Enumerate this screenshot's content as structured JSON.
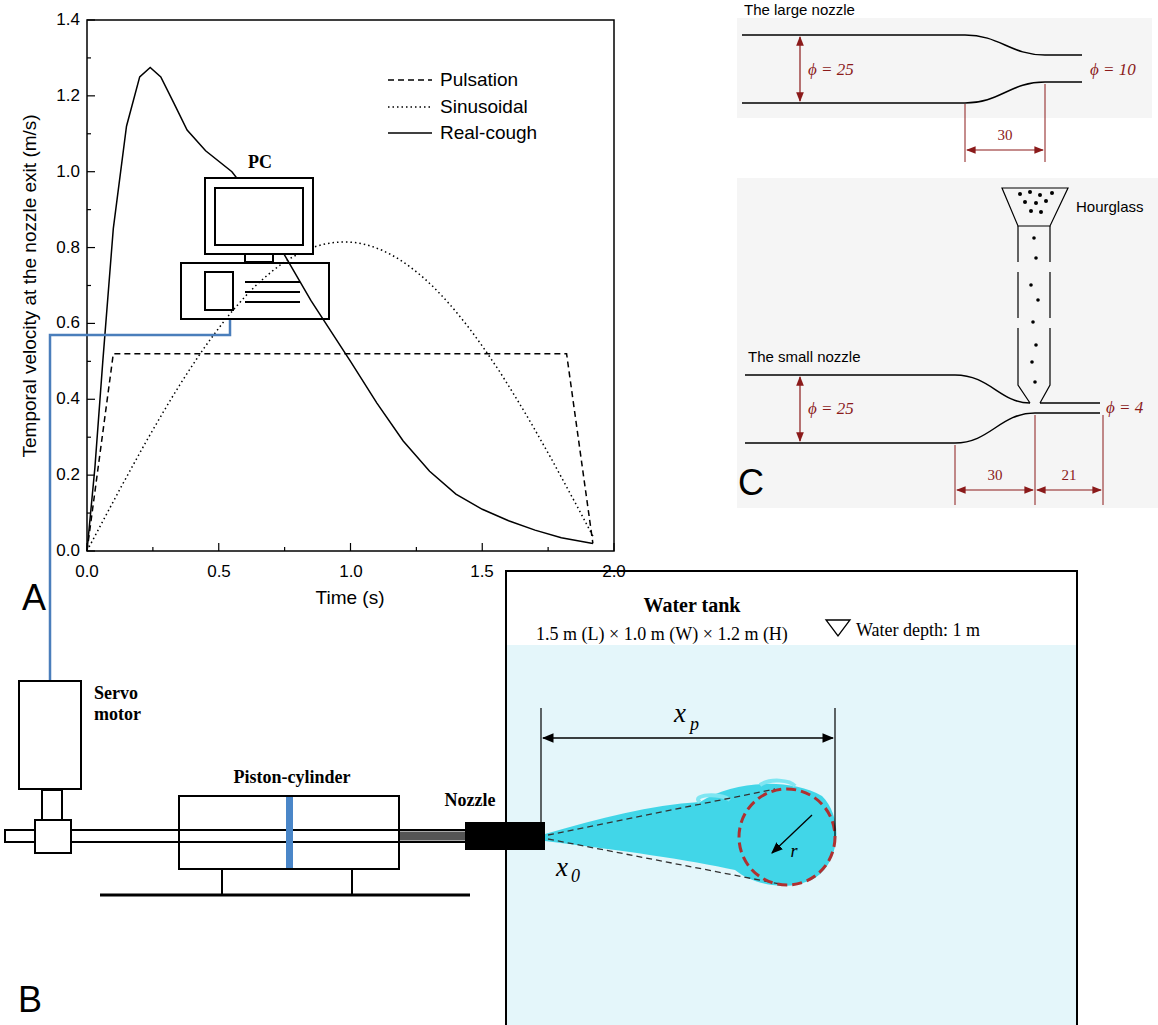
{
  "diagram": {
    "nodes": [
      {
        "text": [
          "PC"
        ]
      },
      {
        "text": [
          "Servo motor"
        ]
      },
      {
        "text": [
          "Piston-cylinder"
        ]
      },
      {
        "text": [
          "Nozzle"
        ]
      },
      {
        "text": [
          "Water tank",
          "1.5 m (L) × 1.0 m (W) × 1.2 m (H)"
        ]
      }
    ],
    "edges": [
      {
        "from": 0,
        "to": 1,
        "arrow": "none"
      },
      {
        "from": 2,
        "to": 3,
        "arrow": "none"
      }
    ],
    "labels": [
      "A",
      "B",
      "C",
      "Temporal velocity at the nozzle exit (m/s)",
      "Time (s)",
      "0.0",
      "0.2",
      "0.4",
      "0.6",
      "0.8",
      "1.0",
      "1.2",
      "1.4",
      "0.0",
      "0.5",
      "1.0",
      "1.5",
      "2.0",
      "The large nozzle",
      "ϕ = 25",
      "ϕ = 10",
      "30",
      "Hourglass",
      "The small nozzle",
      "ϕ = 25",
      "ϕ = 4",
      "30",
      "21",
      "Water depth: 1 m",
      "x",
      "p",
      "x",
      "0",
      "r"
    ],
    "legend": [
      {
        "text": "Pulsation"
      },
      {
        "text": "Sinusoidal"
      },
      {
        "text": "Real-cough"
      }
    ]
  }
}
